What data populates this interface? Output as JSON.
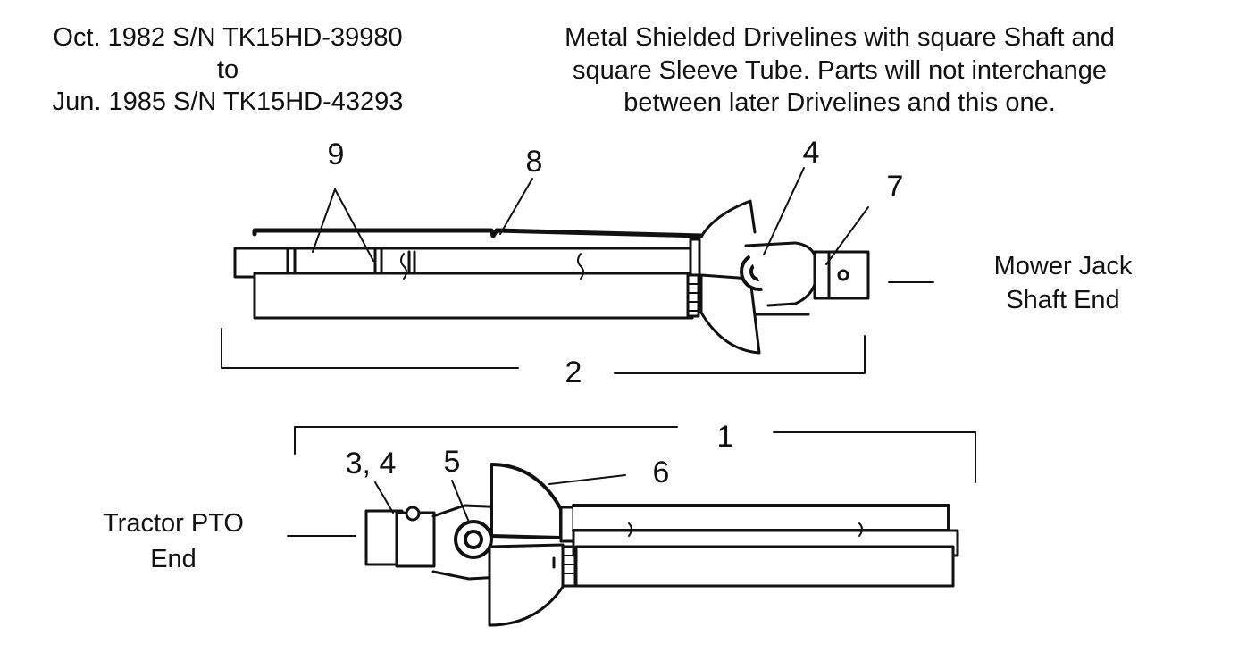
{
  "header_left": {
    "line1": "Oct. 1982 S/N TK15HD-39980",
    "line2": "to",
    "line3": "Jun. 1985 S/N TK15HD-43293"
  },
  "header_right": {
    "line1": "Metal Shielded Drivelines with square Shaft and",
    "line2": "square Sleeve Tube. Parts will not interchange",
    "line3": "between later Drivelines and this one."
  },
  "callouts": {
    "c1": "1",
    "c2": "2",
    "c3_4": "3, 4",
    "c4": "4",
    "c5": "5",
    "c6": "6",
    "c7": "7",
    "c8": "8",
    "c9": "9"
  },
  "end_labels": {
    "mower_line1": "Mower Jack",
    "mower_line2": "Shaft End",
    "tractor_line1": "Tractor PTO",
    "tractor_line2": "End"
  }
}
